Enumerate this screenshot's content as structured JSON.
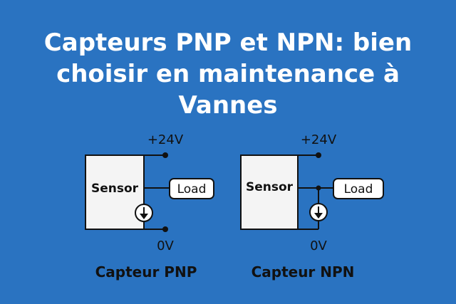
{
  "title": "Capteurs PNP et NPN: bien choisir en maintenance à Vannes",
  "colors": {
    "background": "#2a73c1",
    "title": "#ffffff",
    "lines": "#111111",
    "sensor_box": "#f4f4f4"
  },
  "pnp": {
    "sensor_label": "Sensor",
    "load_label": "Load",
    "top_voltage": "+24V",
    "bottom_voltage": "0V",
    "caption": "Capteur PNP"
  },
  "npn": {
    "sensor_label": "Sensor",
    "load_label": "Load",
    "top_voltage": "+24V",
    "bottom_voltage": "0V",
    "caption": "Capteur NPN"
  }
}
